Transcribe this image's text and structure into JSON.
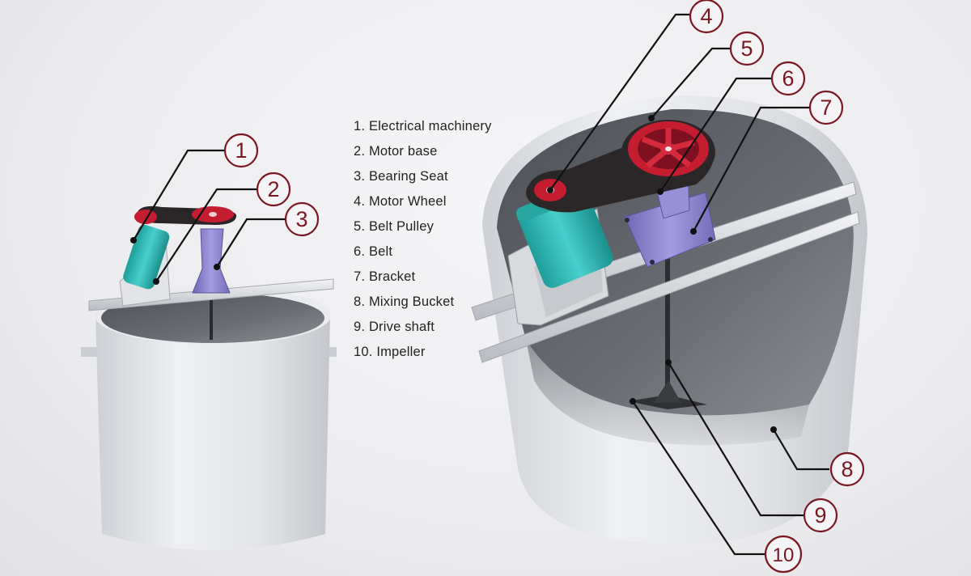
{
  "legend": [
    "1. Electrical machinery",
    "2. Motor base",
    "3. Bearing Seat",
    "4. Motor Wheel",
    "5. Belt Pulley",
    "6. Belt",
    "7. Bracket",
    "8. Mixing Bucket",
    "9. Drive shaft",
    "10. Impeller"
  ],
  "callouts": [
    "1",
    "2",
    "3",
    "4",
    "5",
    "6",
    "7",
    "8",
    "9",
    "10"
  ],
  "colors": {
    "callout": "#7a1722",
    "motor": "#2fb7b4",
    "pulley": "#c41d30",
    "bearing_seat": "#8a82c8",
    "tank": "#e6e8ec",
    "tank_inner": "#55585e"
  }
}
